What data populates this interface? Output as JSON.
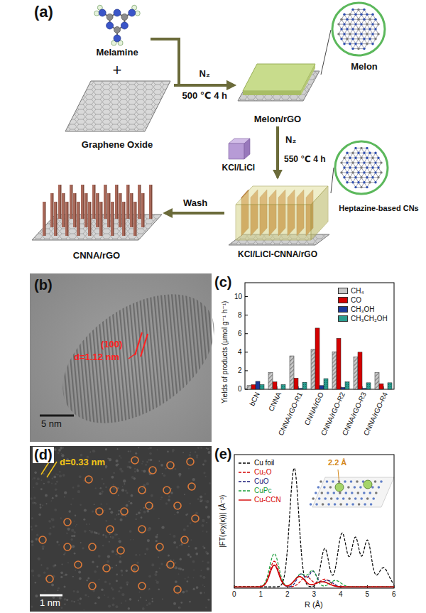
{
  "diagram": {
    "nodes": [
      {
        "text": [
          "Melamine"
        ]
      },
      {
        "text": [
          "Graphene Oxide"
        ]
      },
      {
        "text": [
          "Melon/rGO"
        ]
      },
      {
        "text": [
          "Melon"
        ]
      },
      {
        "text": [
          "KCl/LiCl-CNNA/rGO"
        ]
      },
      {
        "text": [
          "Heptazine-based CNs"
        ]
      },
      {
        "text": [
          "CNNA/rGO"
        ]
      }
    ],
    "edges": [
      {
        "from": 0,
        "to": 2,
        "arrow": "to"
      },
      {
        "from": 1,
        "to": 2,
        "label": "N₂",
        "arrow": "to"
      },
      {
        "from": 3,
        "to": 2,
        "arrow": "none"
      },
      {
        "from": 2,
        "to": 4,
        "label": "N₂",
        "arrow": "to"
      },
      {
        "from": 5,
        "to": 4,
        "arrow": "none"
      },
      {
        "from": 4,
        "to": 6,
        "label": "Wash",
        "arrow": "to"
      }
    ],
    "labels": [
      "(a)",
      "+",
      "500 ℃ 4 h",
      "KCl/LiCl",
      "550 ℃ 4 h",
      "(b)",
      "(100)",
      "d=1.12 nm",
      "5 nm",
      "(c)",
      "Yields of products (μmol g⁻¹ h⁻¹)",
      "0",
      "2",
      "4",
      "6",
      "8",
      "10",
      "bCN",
      "CNNA",
      "CNNA/rGO-R1",
      "CNNA/rGO",
      "CNNA/rGO-R2",
      "CNNA/rGO-R3",
      "CNNA/rGO-R4",
      "(d)",
      "d=0.33 nm",
      "1 nm",
      "(e)",
      "2.2 Å",
      "|FT(κ²χ(κ))| (Å⁻³)",
      "0",
      "1",
      "2",
      "3",
      "4",
      "5",
      "6",
      "R (Å)"
    ],
    "legend": [
      {
        "text": "CH₄",
        "color": "#c8c8c8"
      },
      {
        "text": "CO",
        "color": "#d40000"
      },
      {
        "text": "CH₃OH",
        "color": "#1a3a9a"
      },
      {
        "text": "CH₃CH₂OH",
        "color": "#2a9d8f"
      },
      {
        "text": "Cu foil"
      },
      {
        "text": "Cu₂O"
      },
      {
        "text": "CuO"
      },
      {
        "text": "CuPc"
      },
      {
        "text": "Cu-CCN"
      }
    ]
  }
}
